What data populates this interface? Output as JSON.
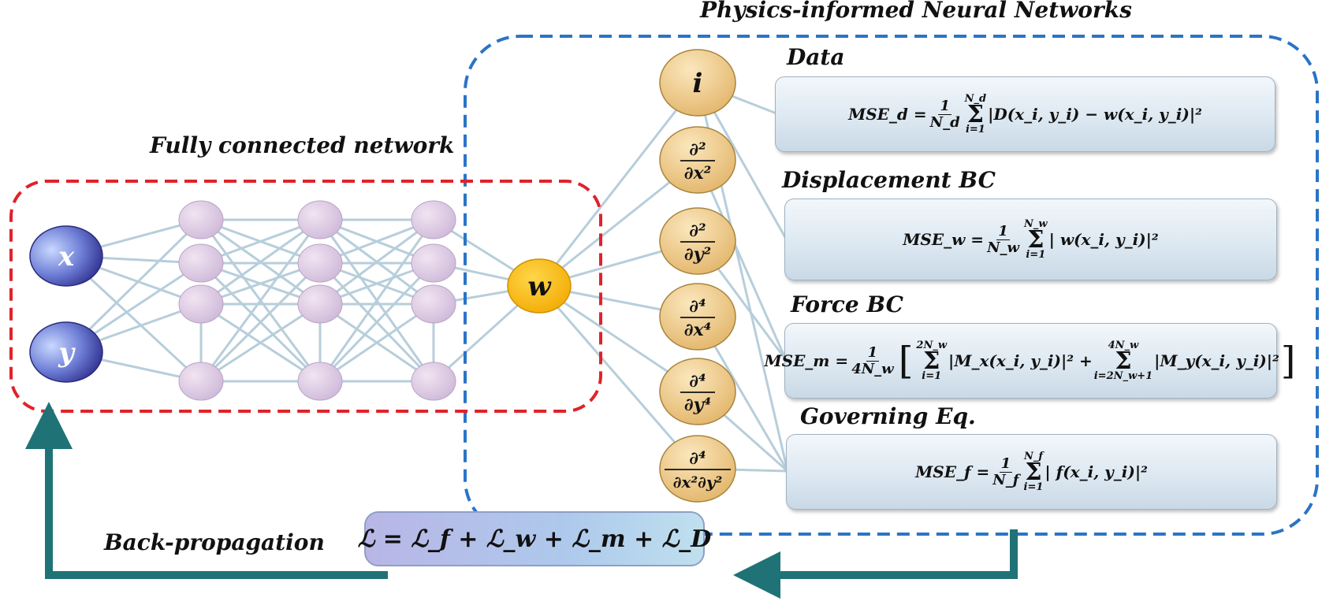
{
  "titles": {
    "pinn": "Physics-informed Neural Networks",
    "fcn": "Fully connected network",
    "backprop": "Back-propagation"
  },
  "inputs": [
    "x",
    "y"
  ],
  "output_node": "w",
  "derivative_nodes": [
    {
      "id": "identity",
      "label": "i"
    },
    {
      "id": "d2x",
      "num": "∂²",
      "den": "∂x²"
    },
    {
      "id": "d2y",
      "num": "∂²",
      "den": "∂y²"
    },
    {
      "id": "d4x",
      "num": "∂⁴",
      "den": "∂x⁴"
    },
    {
      "id": "d4y",
      "num": "∂⁴",
      "den": "∂y⁴"
    },
    {
      "id": "d4xy",
      "num": "∂⁴",
      "den": "∂x²∂y²"
    }
  ],
  "loss_boxes": {
    "data": {
      "label": "Data",
      "lhs": "MSE_d = ",
      "frac_num": "1",
      "frac_den": "N_d",
      "sum_top": "N_d",
      "sum_bottom": "i=1",
      "rhs": "|D(x_i, y_i) − w(x_i, y_i)|²"
    },
    "displacement": {
      "label": "Displacement BC",
      "lhs": "MSE_w = ",
      "frac_num": "1",
      "frac_den": "N_w",
      "sum_top": "N_w",
      "sum_bottom": "i=1",
      "rhs": "| w(x_i, y_i)|²"
    },
    "force": {
      "label": "Force BC",
      "lhs": "MSE_m = ",
      "frac_num": "1",
      "frac_den": "4N_w",
      "sum1_top": "2N_w",
      "sum1_bottom": "i=1",
      "term1": "|M_x(x_i, y_i)|² + ",
      "sum2_top": "4N_w",
      "sum2_bottom": "i=2N_w+1",
      "term2": "|M_y(x_i, y_i)|²"
    },
    "governing": {
      "label": "Governing Eq.",
      "lhs": "MSE_f = ",
      "frac_num": "1",
      "frac_den": "N_f",
      "sum_top": "N_f",
      "sum_bottom": "i=1",
      "rhs": "| f(x_i, y_i)|²"
    }
  },
  "total_loss": "ℒ = ℒ_f + ℒ_w + ℒ_m + ℒ_D",
  "colors": {
    "fcn_border": "#e0222a",
    "pinn_border": "#2a74c6",
    "arrow": "#1f7276",
    "output_node": "#f5b400",
    "derivative_node": "#edc27a",
    "input_node": "#3d3fa8",
    "hidden_node": "#d8bfe0"
  }
}
